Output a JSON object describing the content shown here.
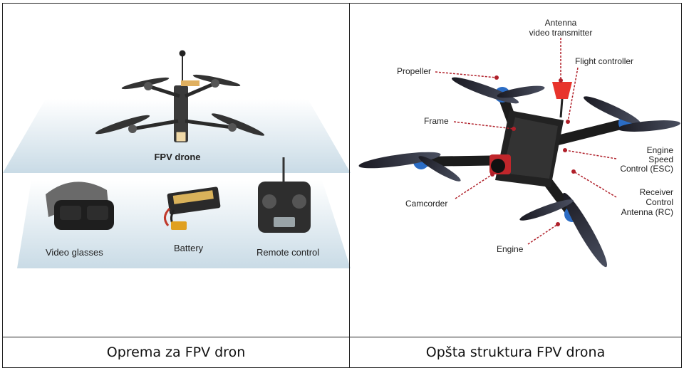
{
  "left_panel": {
    "caption": "Oprema za FPV dron",
    "labels": {
      "drone": "FPV drone",
      "glasses": "Video glasses",
      "battery": "Battery",
      "remote": "Remote control"
    }
  },
  "right_panel": {
    "caption": "Opšta struktura FPV drona",
    "labels": {
      "antenna_line1": "Antenna",
      "antenna_line2": "video transmitter",
      "flight_controller": "Flight controller",
      "propeller": "Propeller",
      "frame": "Frame",
      "esc_line1": "Engine",
      "esc_line2": "Speed",
      "esc_line3": "Control (ESC)",
      "camcorder": "Camcorder",
      "rc_line1": "Receiver",
      "rc_line2": "Control",
      "rc_line3": "Antenna (RC)",
      "engine": "Engine"
    }
  },
  "colors": {
    "leader": "#b0202a",
    "motor_blue": "#2b6cc4",
    "antenna_red": "#e8342c",
    "platform": "#cfe0ea"
  }
}
